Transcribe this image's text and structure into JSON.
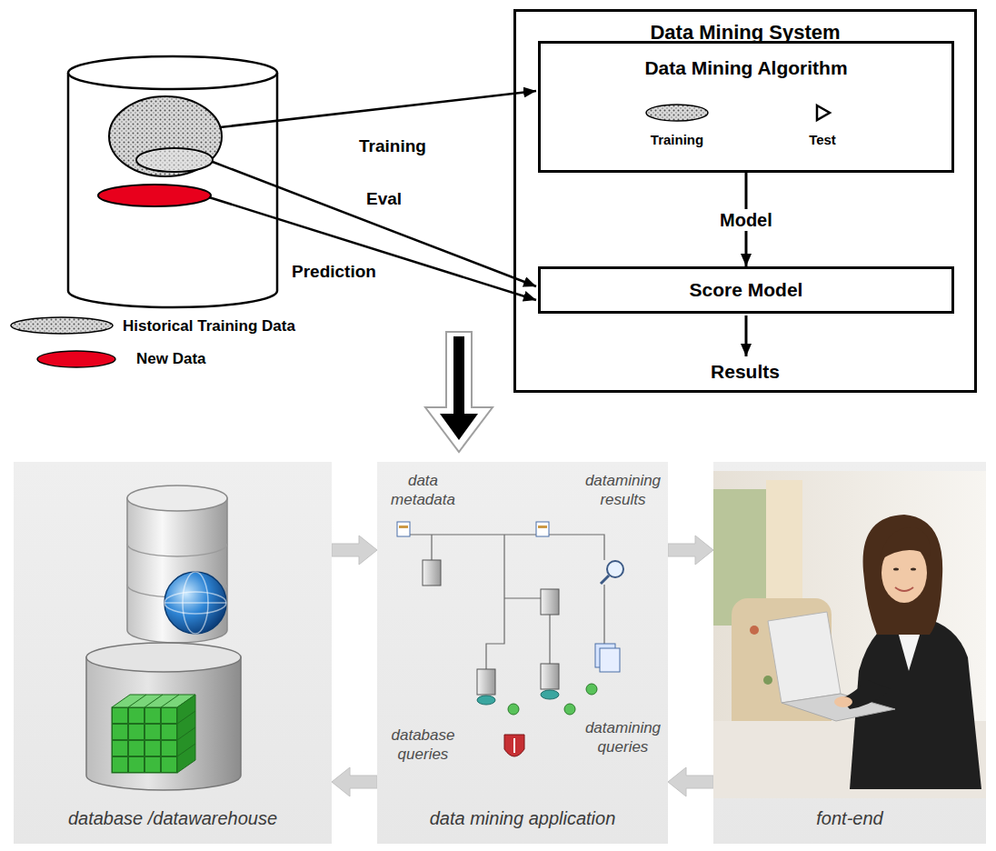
{
  "diagram": {
    "nodes": [
      {
        "text": [
          "Data Mining System",
          "Results"
        ]
      },
      {
        "text": [
          "Data Mining Algorithm",
          "Training",
          "Test"
        ],
        "in": 0
      },
      {
        "text": [
          "Score Model"
        ],
        "in": 0
      },
      {
        "text": [
          "database /datawarehouse"
        ]
      },
      {
        "text": [
          "data mining application"
        ]
      },
      {
        "text": [
          "font-end"
        ]
      }
    ],
    "edges": [
      {
        "from": 1,
        "to": 2,
        "label": "Model",
        "arrow": "to"
      },
      {
        "from": 3,
        "to": 4,
        "label": "data metadata",
        "arrow": "to"
      },
      {
        "from": 4,
        "to": 3,
        "label": "database queries",
        "arrow": "to"
      },
      {
        "from": 4,
        "to": 5,
        "label": "datamining results",
        "arrow": "to"
      },
      {
        "from": 5,
        "to": 4,
        "label": "datamining queries",
        "arrow": "to"
      }
    ],
    "labels": [
      "Training",
      "Eval",
      "Prediction"
    ],
    "legend": [
      {
        "text": "Historical Training Data"
      },
      {
        "text": "New Data",
        "color": "#e8001c"
      }
    ]
  }
}
